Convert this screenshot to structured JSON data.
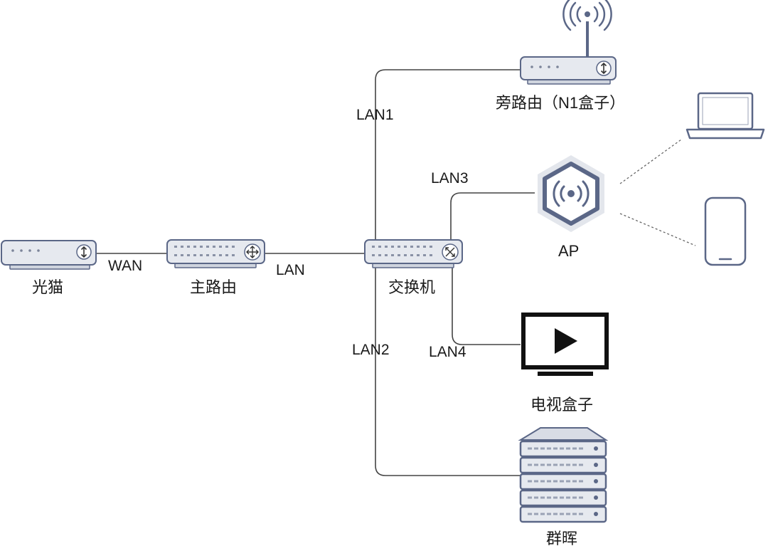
{
  "nodes": {
    "modem": {
      "label": "光猫",
      "icon": "modem-icon"
    },
    "main_router": {
      "label": "主路由",
      "icon": "router-icon"
    },
    "switch": {
      "label": "交换机",
      "icon": "switch-icon"
    },
    "bypass_router": {
      "label": "旁路由（N1盒子）",
      "icon": "wifi-router-icon"
    },
    "ap": {
      "label": "AP",
      "icon": "wireless-ap-icon"
    },
    "tv_box": {
      "label": "电视盒子",
      "icon": "tv-play-icon"
    },
    "nas": {
      "label": "群晖",
      "icon": "server-stack-icon"
    },
    "laptop": {
      "icon": "laptop-icon"
    },
    "phone": {
      "icon": "phone-icon"
    }
  },
  "links": {
    "wan": "WAN",
    "lan": "LAN",
    "lan1": "LAN1",
    "lan2": "LAN2",
    "lan3": "LAN3",
    "lan4": "LAN4"
  },
  "colors": {
    "device_fill": "#e6e9ef",
    "device_stroke": "#5b6787",
    "line": "#444444",
    "dashed": "#666666",
    "dark": "#111111"
  }
}
